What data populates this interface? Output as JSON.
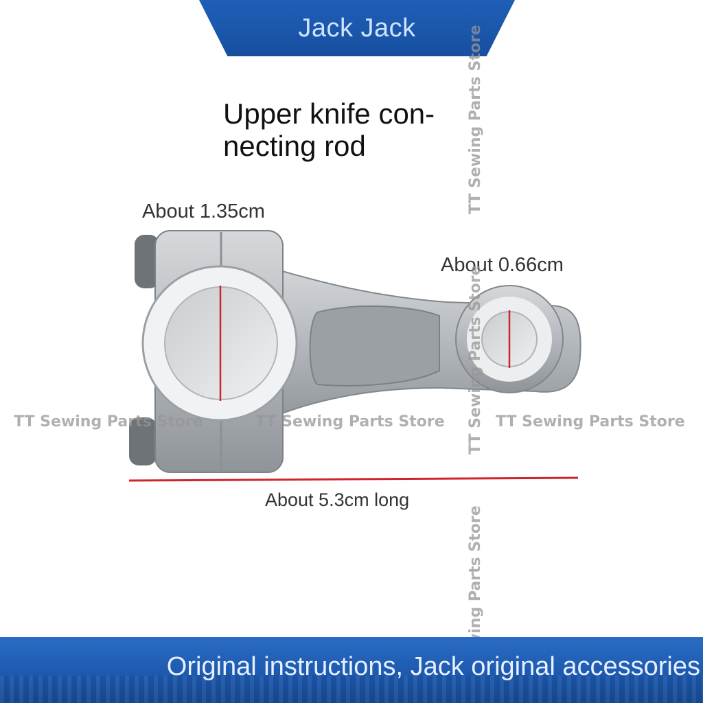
{
  "header": {
    "brand": "Jack Jack"
  },
  "product": {
    "title_line1": "Upper knife con-",
    "title_line2": "necting rod"
  },
  "dimensions": {
    "big_hole": "About 1.35cm",
    "small_hole": "About 0.66cm",
    "length": "About 5.3cm long"
  },
  "watermark": {
    "text": "TT Sewing Parts Store"
  },
  "footer": {
    "text": "Original instructions, Jack original accessories"
  },
  "colors": {
    "band_blue": "#1c58ad",
    "measure_red": "#d0242a",
    "metal_gray": "#b8bcc0"
  }
}
